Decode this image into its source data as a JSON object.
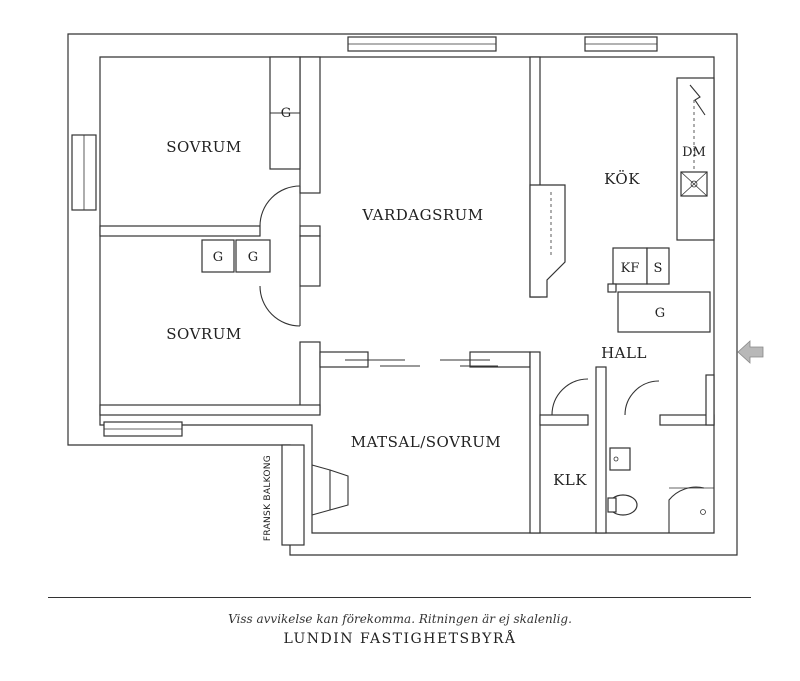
{
  "rooms": {
    "sovrum_top": "SOVRUM",
    "sovrum_bottom": "SOVRUM",
    "vardagsrum": "VARDAGSRUM",
    "kok": "KÖK",
    "hall": "HALL",
    "matsal": "MATSAL/SOVRUM",
    "klk": "KLK",
    "balcony": "FRANSK BALKONG"
  },
  "fixtures": {
    "g_closet_top": "G",
    "g_closet_mid_1": "G",
    "g_closet_mid_2": "G",
    "g_closet_hall": "G",
    "dm": "DM",
    "kf": "KF",
    "s": "S"
  },
  "footer": {
    "disclaimer": "Viss avvikelse kan förekomma. Ritningen är ej skalenlig.",
    "company": "LUNDIN FASTIGHETSBYRÅ"
  }
}
